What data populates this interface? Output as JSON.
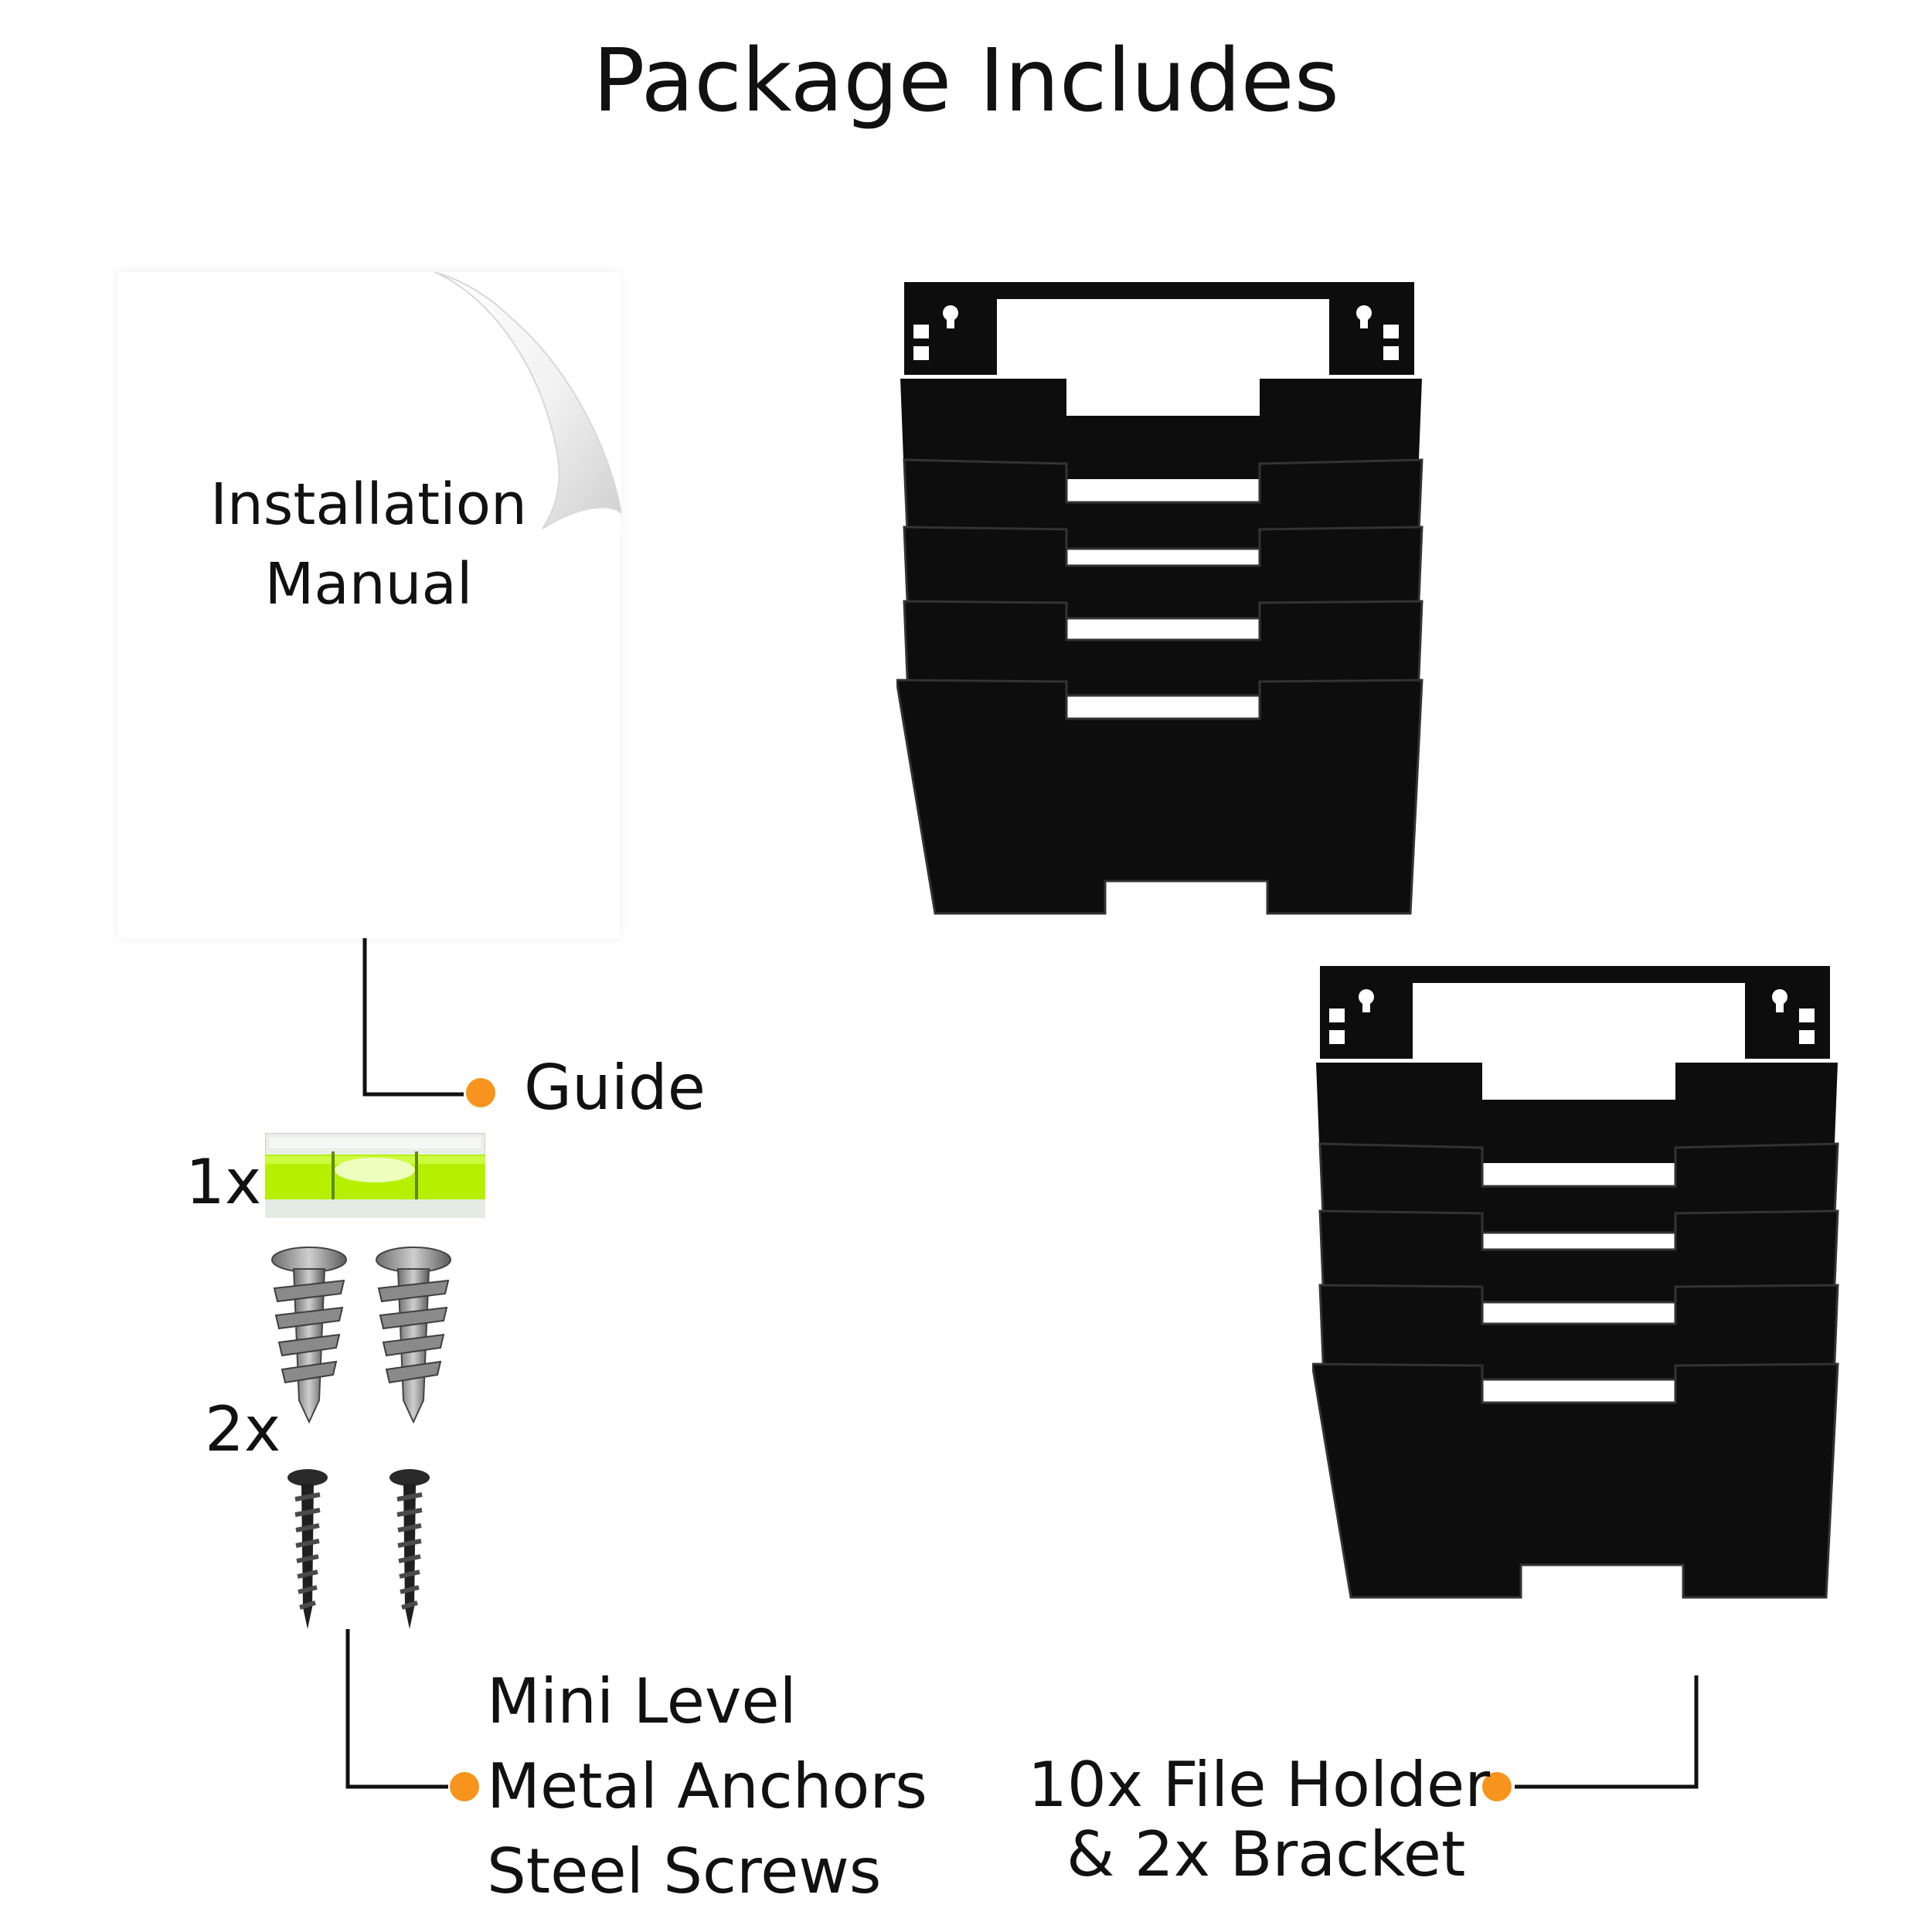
{
  "title": "Package Includes",
  "manual": {
    "text_line1": "Installation",
    "text_line2": "Manual"
  },
  "labels": {
    "guide": "Guide",
    "hardware": [
      "Mini Level",
      "Metal Anchors",
      "Steel Screws"
    ],
    "file_holder_line1": "10x File Holder",
    "file_holder_line2": "& 2x Bracket"
  },
  "quantities": {
    "level": "1x",
    "anchors_screws": "2x"
  },
  "colors": {
    "accent_dot": "#f7941d",
    "product": "#0d0d0d",
    "level_liquid": "#b6f000"
  },
  "icons": [
    "installation-manual-icon",
    "mini-level-icon",
    "metal-anchor-icon",
    "steel-screw-icon",
    "file-holder-icon",
    "bracket-icon"
  ]
}
